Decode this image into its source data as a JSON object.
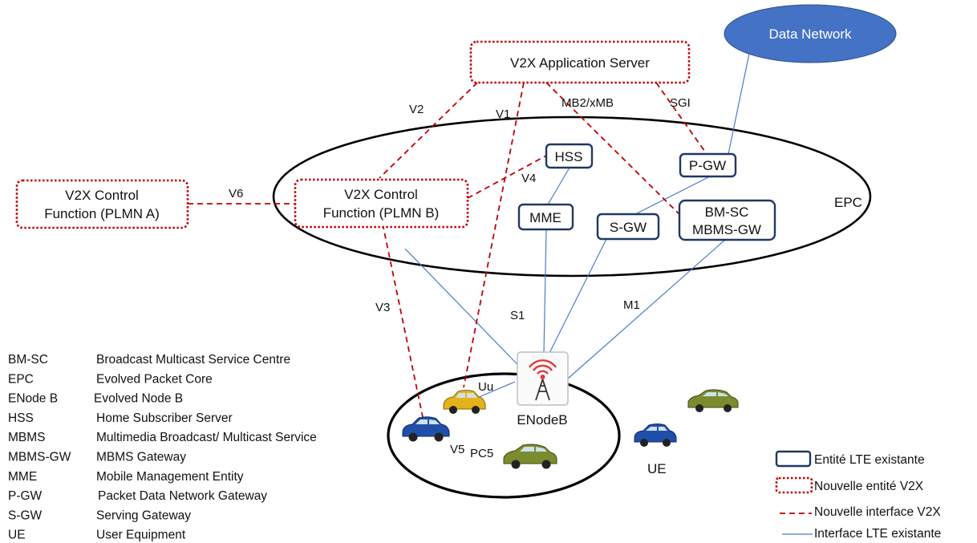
{
  "nodes": {
    "data_network": "Data Network",
    "app_server": "V2X Application Server",
    "cf_a": [
      "V2X Control",
      "Function (PLMN A)"
    ],
    "cf_b": [
      "V2X Control",
      "Function (PLMN B)"
    ],
    "hss": "HSS",
    "pgw": "P-GW",
    "mme": "MME",
    "sgw": "S-GW",
    "bmsc": [
      "BM-SC",
      "MBMS-GW"
    ],
    "epc": "EPC",
    "enodeb": "ENodeB",
    "ue": "UE"
  },
  "interfaces": {
    "v1": "V1",
    "v2": "V2",
    "v3": "V3",
    "v4": "V4",
    "v5": "V5",
    "v6": "V6",
    "pc5": "PC5",
    "uu": "Uu",
    "s1": "S1",
    "m1": "M1",
    "mb2": "MB2/xMB",
    "sgi": "SGI"
  },
  "glossary": [
    {
      "abbr": "BM-SC",
      "def": "Broadcast Multicast Service Centre"
    },
    {
      "abbr": "EPC",
      "def": "Evolved Packet Core"
    },
    {
      "abbr": "ENode B",
      "def": "Evolved Node B"
    },
    {
      "abbr": "HSS",
      "def": "Home Subscriber Server"
    },
    {
      "abbr": "MBMS",
      "def": "Multimedia Broadcast/ Multicast Service"
    },
    {
      "abbr": "MBMS-GW",
      "def": "MBMS Gateway"
    },
    {
      "abbr": "MME",
      "def": "Mobile Management Entity"
    },
    {
      "abbr": "P-GW",
      "def": "Packet Data Network Gateway"
    },
    {
      "abbr": "S-GW",
      "def": "Serving Gateway"
    },
    {
      "abbr": "UE",
      "def": "User Equipment"
    }
  ],
  "key": {
    "existing_entity": "Entité LTE existante",
    "new_entity": "Nouvelle entité V2X",
    "new_interface": "Nouvelle interface V2X",
    "existing_interface": "Interface LTE existante"
  },
  "colors": {
    "existing_box": "#1f3864",
    "new_v2x": "#c00000",
    "lte_link": "#4a7cc9",
    "data_network_fill": "#4472c4",
    "car_blue": "#1f4fa8",
    "car_olive": "#7a8c2e",
    "car_yellow": "#e3b21c"
  }
}
